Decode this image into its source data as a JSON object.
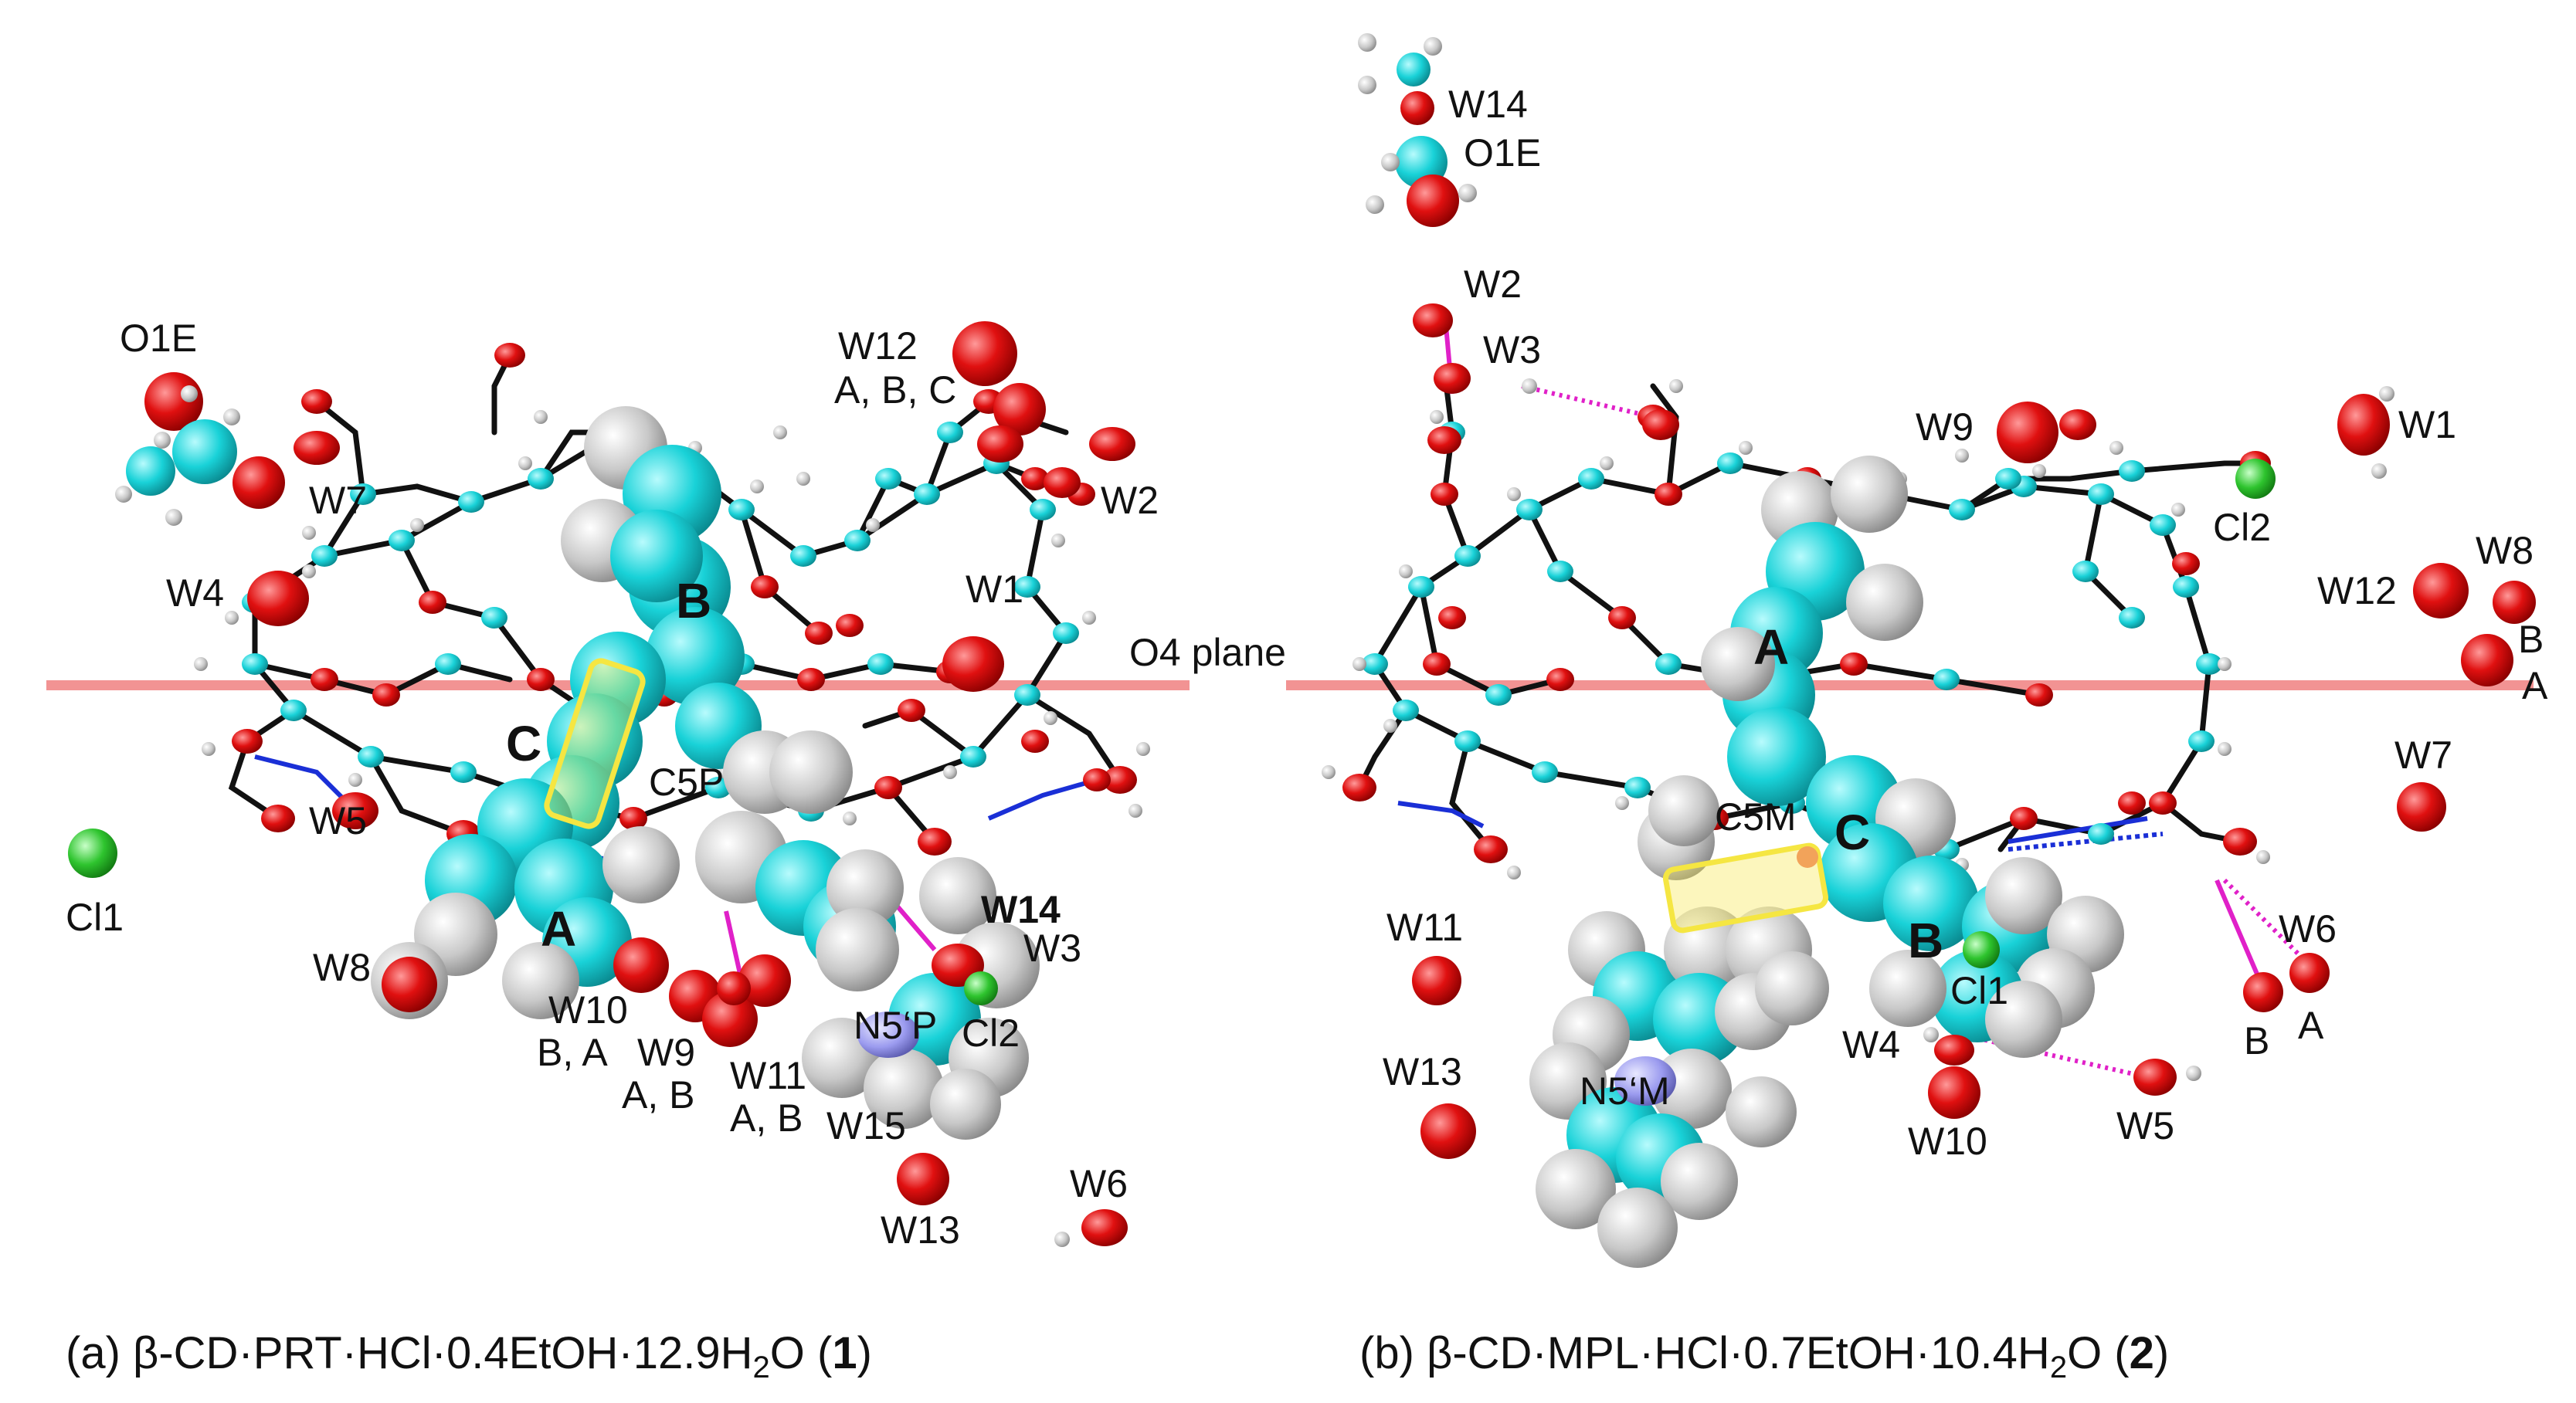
{
  "colors": {
    "carbon": "#19d2d8",
    "hydrogen": "#c8c8c8",
    "oxygen": "#e01010",
    "chlorine": "#2ec42e",
    "nitrogen": "#9b9bef",
    "o4_plane": "#f08080",
    "highlight": "#f5e642"
  },
  "panel_a": {
    "caption_prefix": "(a) β-CD·PRT·HCl·0.4EtOH·12.9H",
    "caption_sub": "2",
    "caption_mid": "O (",
    "caption_bold": "1",
    "caption_suffix": ")",
    "plane_label": "O4 plane",
    "ring_labels": {
      "a": "A",
      "b": "B",
      "c": "C"
    },
    "labels": {
      "o1e": "O1E",
      "w12": "W12",
      "w12_sub": "A, B, C",
      "w7": "W7",
      "w2": "W2",
      "w4": "W4",
      "w1": "W1",
      "c5p": "C5P",
      "cl1": "Cl1",
      "w5": "W5",
      "w8": "W8",
      "w10": "W10",
      "w10_sub": "B, A",
      "w9": "W9",
      "w9_sub": "A, B",
      "w11": "W11",
      "w11_sub": "A, B",
      "w14": "W14",
      "w3": "W3",
      "n5p": "N5‘P",
      "cl2": "Cl2",
      "w15": "W15",
      "w13": "W13",
      "w6": "W6"
    }
  },
  "panel_b": {
    "caption_prefix": "(b) β-CD·MPL·HCl·0.7EtOH·10.4H",
    "caption_sub": "2",
    "caption_mid": "O (",
    "caption_bold": "2",
    "caption_suffix": ")",
    "ring_labels": {
      "a": "A",
      "b": "B",
      "c": "C"
    },
    "labels": {
      "w14": "W14",
      "o1e": "O1E",
      "w2": "W2",
      "w3": "W3",
      "w9": "W9",
      "w1": "W1",
      "cl2": "Cl2",
      "w8": "W8",
      "w12": "W12",
      "b": "B",
      "a": "A",
      "w7": "W7",
      "c5m": "C5M",
      "w11": "W11",
      "w6": "W6",
      "cl1": "Cl1",
      "w6_b": "B",
      "w6_a": "A",
      "w4": "W4",
      "w13": "W13",
      "n5m": "N5‘M",
      "w10": "W10",
      "w5": "W5"
    }
  }
}
